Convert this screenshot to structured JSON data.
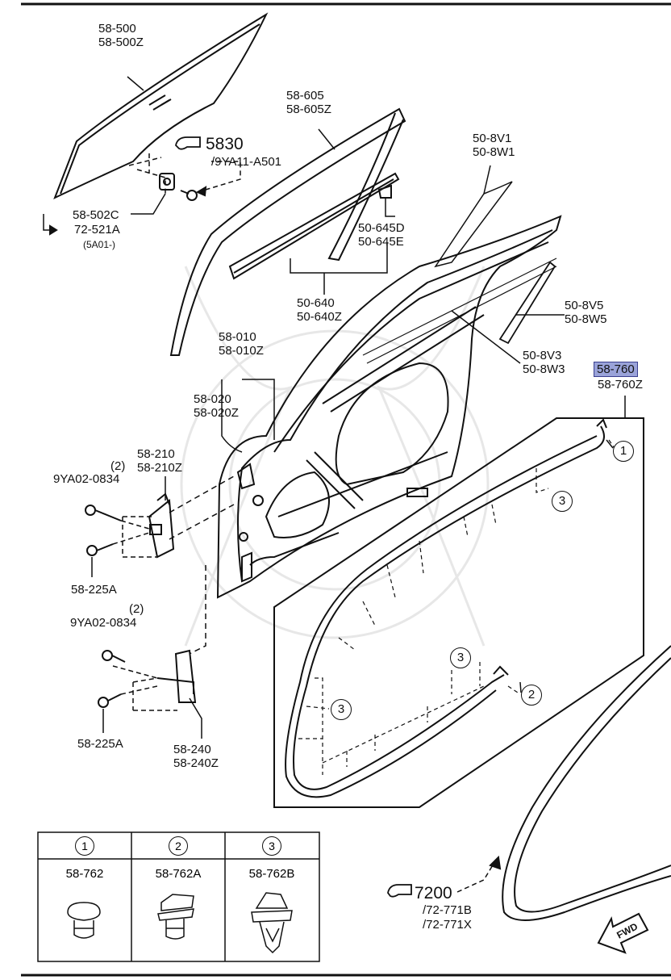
{
  "labels": {
    "glass": [
      "58-500",
      "58-500Z"
    ],
    "channel": [
      "58-605",
      "58-605Z"
    ],
    "ref5830": "5830",
    "ref5830_sub": "/9YA11-A501",
    "bracket": "58-502C",
    "bracket_ref": "72-521A",
    "bracket_ref2": "(5A01-)",
    "molding_right": [
      "50-8V1",
      "50-8W1"
    ],
    "weather_strip_in": [
      "50-645D",
      "50-645E"
    ],
    "belt_molding": [
      "50-640",
      "50-640Z"
    ],
    "molding_v5": [
      "50-8V5",
      "50-8W5"
    ],
    "molding_v3": [
      "50-8V3",
      "50-8W3"
    ],
    "door_shell": [
      "58-010",
      "58-010Z"
    ],
    "door_sub": [
      "58-020",
      "58-020Z"
    ],
    "weatherstrip_highlight": "58-760",
    "weatherstrip_sub": "58-760Z",
    "upper_hinge": [
      "58-210",
      "58-210Z"
    ],
    "bolt_top": "9YA02-0834",
    "bolt_top_qty": "(2)",
    "nut_top": "58-225A",
    "bolt_bottom": "9YA02-0834",
    "bolt_bottom_qty": "(2)",
    "lower_hinge": [
      "58-240",
      "58-240Z"
    ],
    "nut_bottom": "58-225A",
    "ref7200": "7200",
    "ref7200_sub1": "/72-771B",
    "ref7200_sub2": "/72-771X",
    "fwd": "FWD"
  },
  "callouts": [
    "1",
    "2",
    "3",
    "3",
    "3"
  ],
  "legend": [
    {
      "num": "1",
      "part": "58-762"
    },
    {
      "num": "2",
      "part": "58-762A"
    },
    {
      "num": "3",
      "part": "58-762B"
    }
  ]
}
